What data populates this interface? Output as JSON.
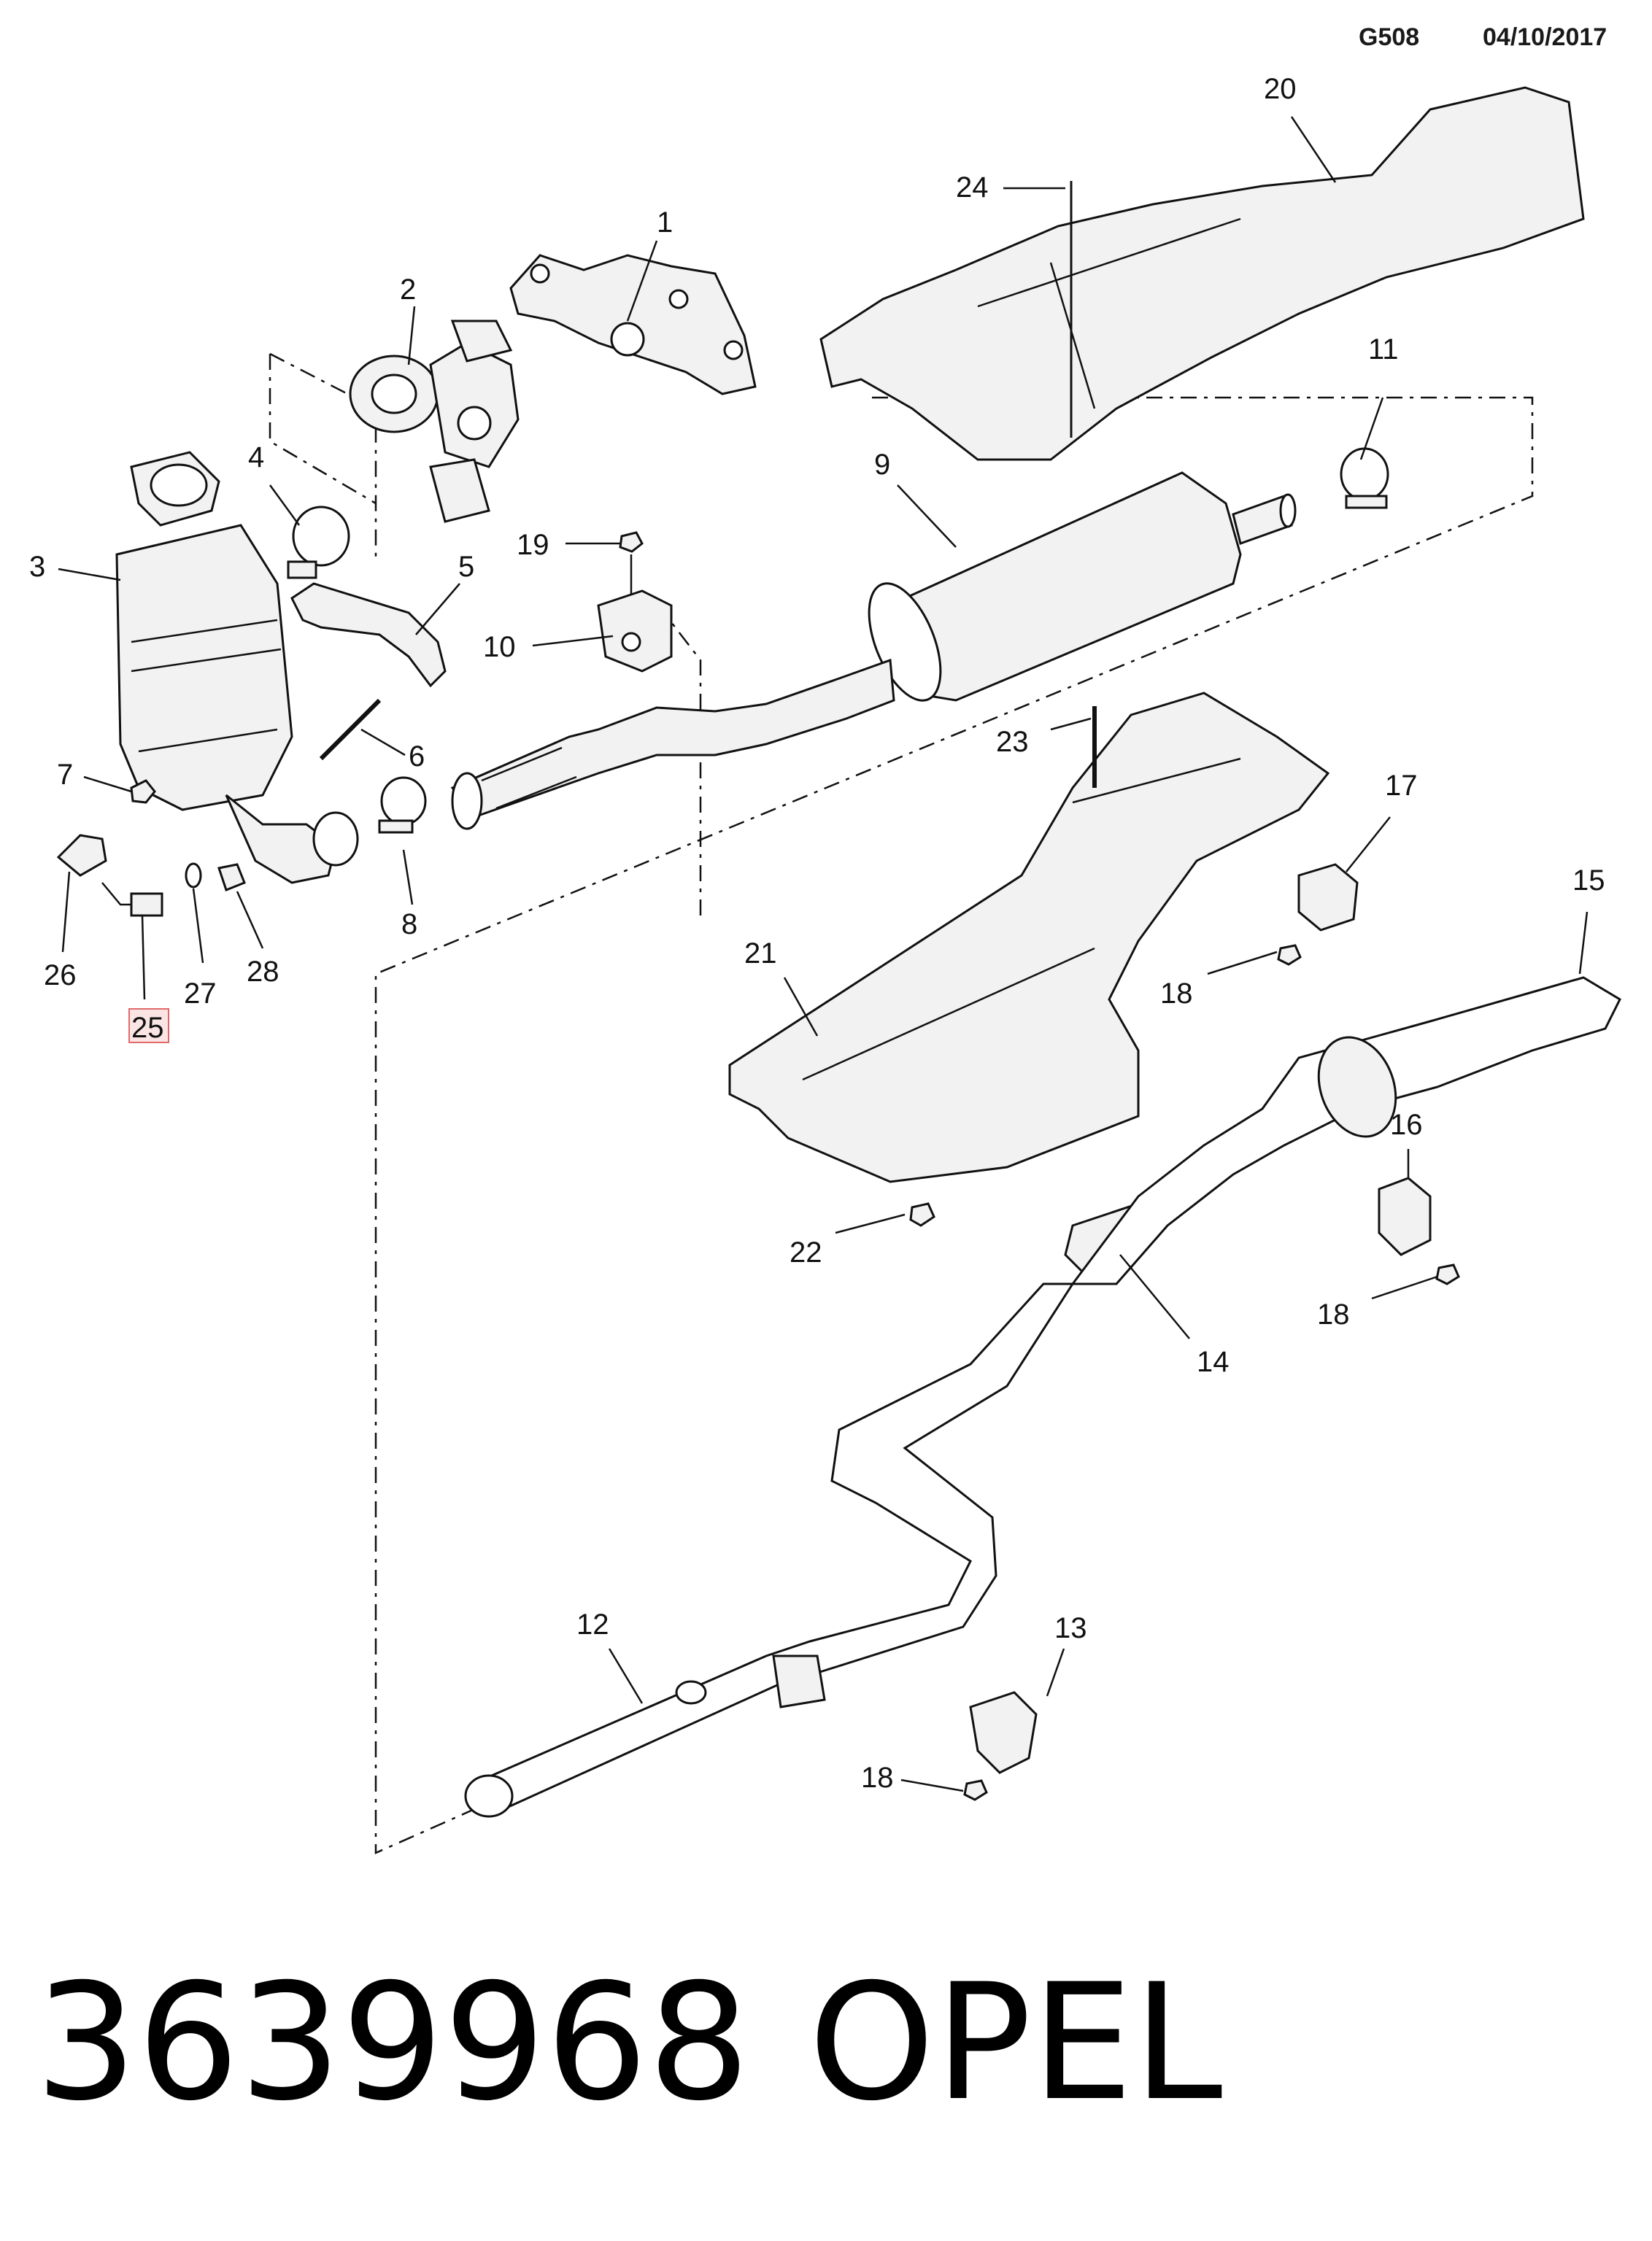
{
  "header": {
    "code": "G508",
    "date": "04/10/2017"
  },
  "callouts": {
    "c1": "1",
    "c2": "2",
    "c3": "3",
    "c4": "4",
    "c5": "5",
    "c6": "6",
    "c7": "7",
    "c8": "8",
    "c9": "9",
    "c10": "10",
    "c11": "11",
    "c12": "12",
    "c13": "13",
    "c14": "14",
    "c15": "15",
    "c16": "16",
    "c17": "17",
    "c18a": "18",
    "c18b": "18",
    "c18c": "18",
    "c19": "19",
    "c20": "20",
    "c21": "21",
    "c22": "22",
    "c23": "23",
    "c24": "24",
    "c25": "25",
    "c26": "26",
    "c27": "27",
    "c28": "28"
  },
  "highlighted_callout": "25",
  "footer": {
    "part_number": "3639968",
    "brand": "OPEL"
  }
}
